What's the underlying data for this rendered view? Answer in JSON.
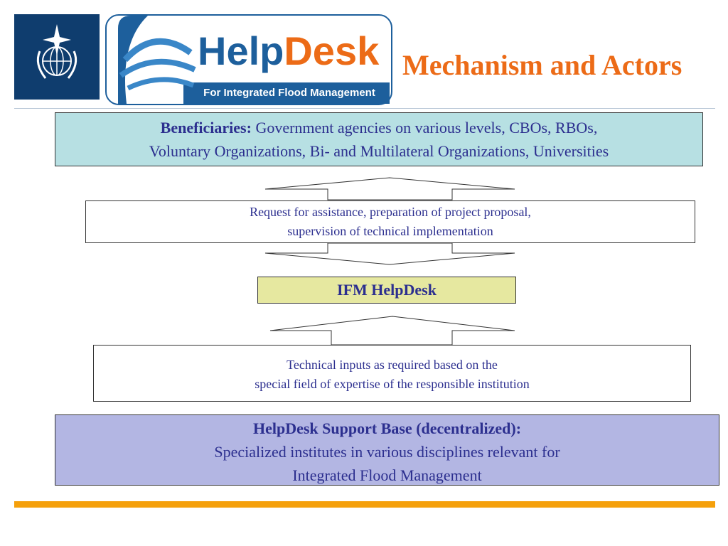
{
  "header": {
    "logo_title_part1": "Help",
    "logo_title_part2": "Desk",
    "logo_subtitle": "For Integrated Flood Management",
    "title": "Mechanism and Actors"
  },
  "diagram": {
    "beneficiaries": {
      "label": "Beneficiaries:",
      "text_line1": " Government agencies on various levels, CBOs, RBOs,",
      "text_line2": "Voluntary Organizations, Bi- and Multilateral Organizations, Universities"
    },
    "request": {
      "line1": "Request for assistance, preparation of project proposal,",
      "line2": "supervision of technical implementation"
    },
    "ifm": {
      "label": "IFM HelpDesk"
    },
    "technical": {
      "line1": "Technical inputs as required based on the",
      "line2": "special field of expertise of the responsible institution"
    },
    "support": {
      "heading": "HelpDesk Support Base (decentralized):",
      "line1": "Specialized institutes in various disciplines relevant for",
      "line2": "Integrated Flood Management"
    }
  },
  "colors": {
    "title": "#ec6b17",
    "text": "#2c2f8f",
    "beneficiaries_fill": "#b7e0e3",
    "ifm_fill": "#e6e8a0",
    "support_fill": "#b3b6e3",
    "footer_bar": "#f5a00b",
    "logo_blue": "#1d5f9c",
    "logo_orange": "#ec6b17"
  }
}
